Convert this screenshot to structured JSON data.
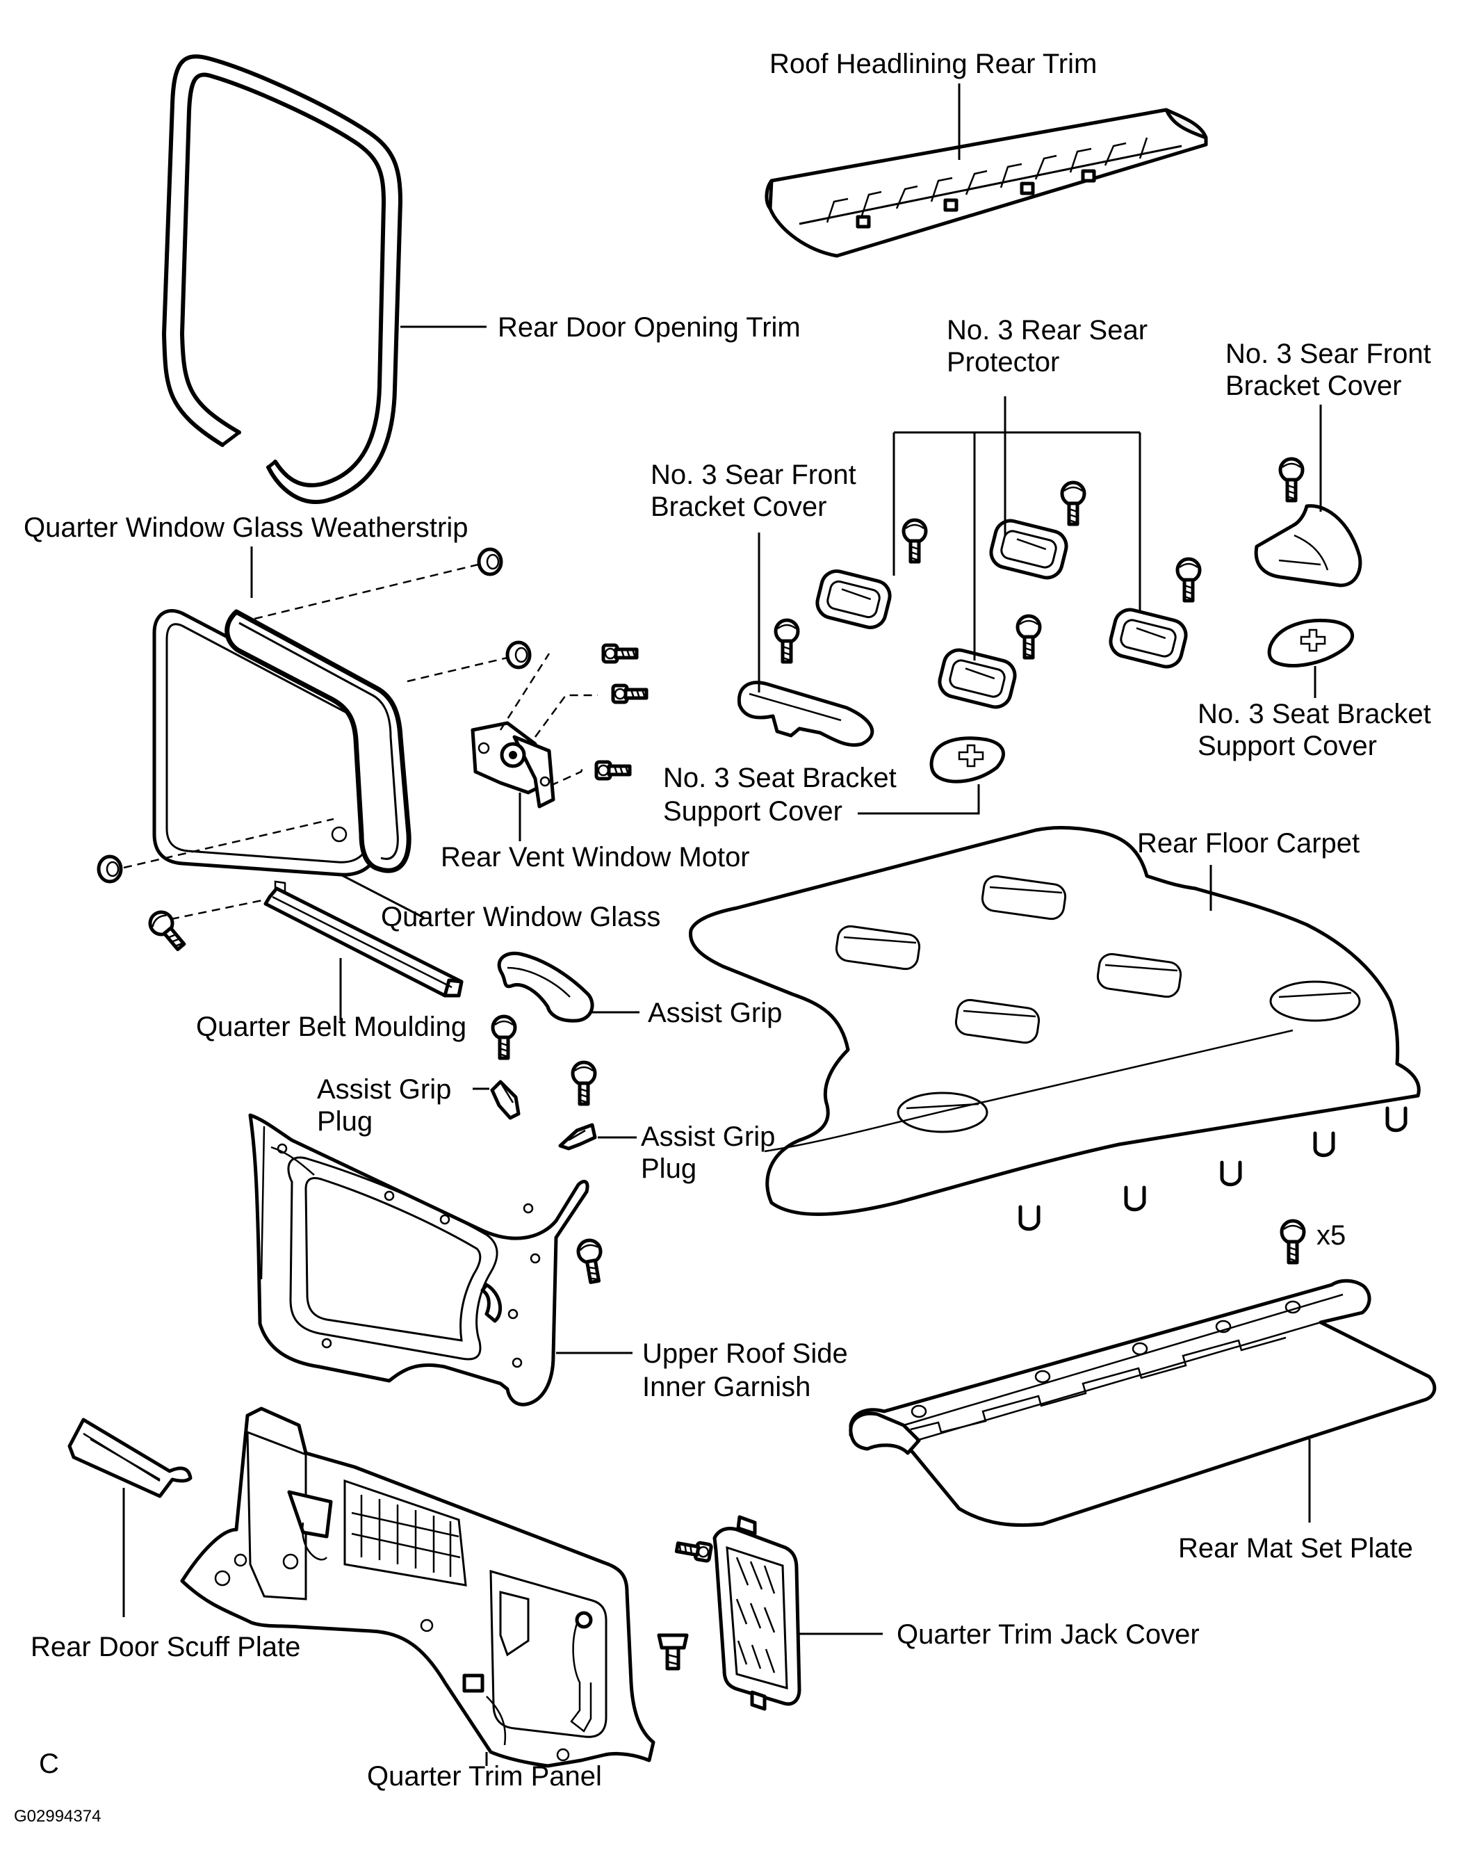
{
  "labels": {
    "roof_headlining_rear_trim": "Roof Headlining Rear Trim",
    "rear_door_opening_trim": "Rear Door Opening Trim",
    "no3_rear_sear_protector_1": "No. 3 Rear Sear",
    "no3_rear_sear_protector_2": "Protector",
    "no3_sear_front_bracket_cover_right_1": "No. 3 Sear Front",
    "no3_sear_front_bracket_cover_right_2": "Bracket Cover",
    "no3_sear_front_bracket_cover_left_1": "No. 3 Sear Front",
    "no3_sear_front_bracket_cover_left_2": "Bracket Cover",
    "quarter_window_glass_weatherstrip": "Quarter Window Glass Weatherstrip",
    "no3_seat_bracket_support_cover_right_1": "No. 3 Seat Bracket",
    "no3_seat_bracket_support_cover_right_2": "Support Cover",
    "no3_seat_bracket_support_cover_left_1": "No. 3 Seat Bracket",
    "no3_seat_bracket_support_cover_left_2": "Support Cover",
    "rear_vent_window_motor": "Rear Vent Window Motor",
    "rear_floor_carpet": "Rear Floor Carpet",
    "quarter_window_glass": "Quarter Window Glass",
    "assist_grip": "Assist Grip",
    "quarter_belt_moulding": "Quarter Belt Moulding",
    "assist_grip_plug_left_1": "Assist  Grip",
    "assist_grip_plug_left_2": "Plug",
    "assist_grip_plug_right_1": "Assist  Grip",
    "assist_grip_plug_right_2": "Plug",
    "quantity_x5": "x5",
    "upper_roof_side_inner_garnish_1": "Upper Roof Side",
    "upper_roof_side_inner_garnish_2": "Inner Garnish",
    "rear_mat_set_plate": "Rear Mat Set Plate",
    "rear_door_scuff_plate": "Rear Door Scuff Plate",
    "quarter_trim_jack_cover": "Quarter Trim Jack Cover",
    "corner_letter": "C",
    "quarter_trim_panel": "Quarter Trim Panel",
    "figure_id": "G02994374"
  }
}
